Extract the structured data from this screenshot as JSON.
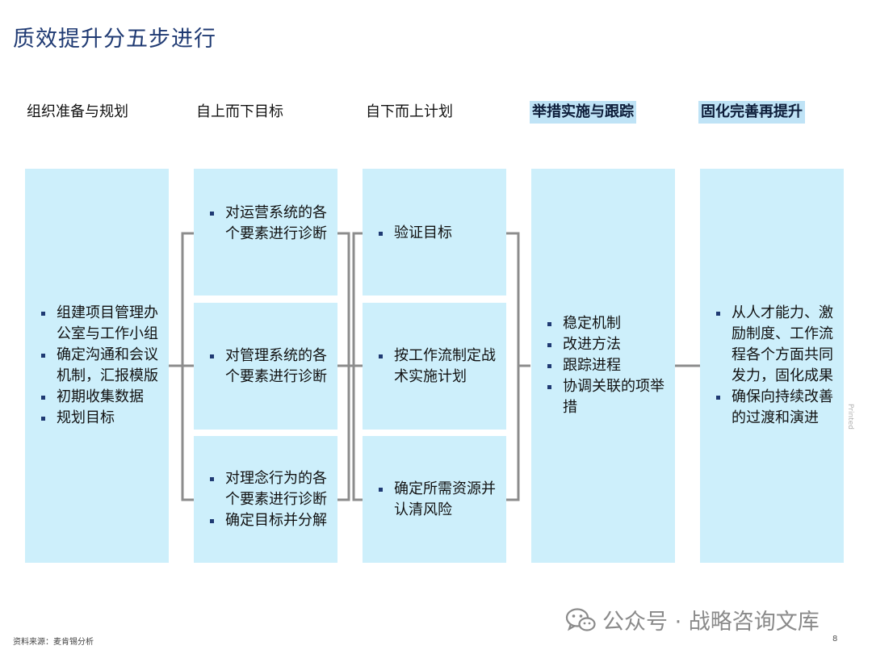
{
  "title": "质效提升分五步进行",
  "columns": [
    {
      "header": "组织准备与规划",
      "highlight": false
    },
    {
      "header": "自上而下目标",
      "highlight": false
    },
    {
      "header": "自下而上计划",
      "highlight": false
    },
    {
      "header": "举措实施与跟踪",
      "highlight": true
    },
    {
      "header": "固化完善再提升",
      "highlight": true
    }
  ],
  "boxes": {
    "col1": [
      "组建项目管理办公室与工作小组",
      "确定沟通和会议机制，汇报模版",
      "初期收集数据",
      "规划目标"
    ],
    "col2_top": [
      "对运营系统的各个要素进行诊断"
    ],
    "col2_mid": [
      "对管理系统的各个要素进行诊断"
    ],
    "col2_bot": [
      "对理念行为的各个要素进行诊断",
      "确定目标并分解"
    ],
    "col3_top": [
      "验证目标"
    ],
    "col3_mid": [
      "按工作流制定战术实施计划"
    ],
    "col3_bot": [
      "确定所需资源并认清风险"
    ],
    "col4": [
      "稳定机制",
      "改进方法",
      "跟踪进程",
      "协调关联的项举措"
    ],
    "col5": [
      "从人才能力、激励制度、工作流程各个方面共同发力，固化成果",
      "确保向持续改善的过渡和演进"
    ]
  },
  "footer": {
    "source": "资料来源：麦肯锡分析",
    "page": "8",
    "watermark": "公众号 · 战略咨询文库",
    "side_label": "Printed"
  },
  "colors": {
    "title": "#1f3a73",
    "box_fill": "#cdeffb",
    "header_highlight": "#bfe3f6",
    "connector": "#8c8c8c"
  }
}
